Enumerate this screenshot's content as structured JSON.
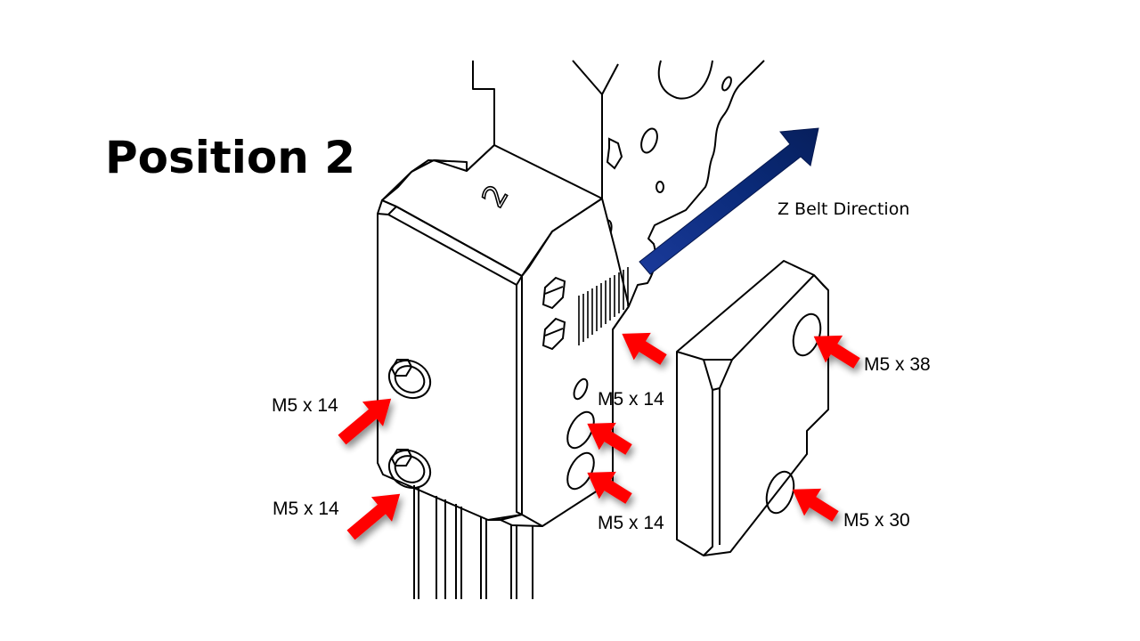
{
  "title": "Position 2",
  "belt_direction_label": "Z Belt Direction",
  "block_number": "2",
  "colors": {
    "screw_arrow": "#ff0000",
    "belt_arrow": "#0a2a78",
    "outline": "#000000",
    "background": "#ffffff"
  },
  "screw_labels": [
    {
      "id": "left-upper",
      "text": "M5 x 14"
    },
    {
      "id": "left-lower",
      "text": "M5 x 14"
    },
    {
      "id": "center-upper",
      "text": "M5 x 14"
    },
    {
      "id": "center-lower",
      "text": "M5 x 14"
    },
    {
      "id": "plate-upper",
      "text": "M5 x 38"
    },
    {
      "id": "plate-lower",
      "text": "M5 x 30"
    }
  ]
}
